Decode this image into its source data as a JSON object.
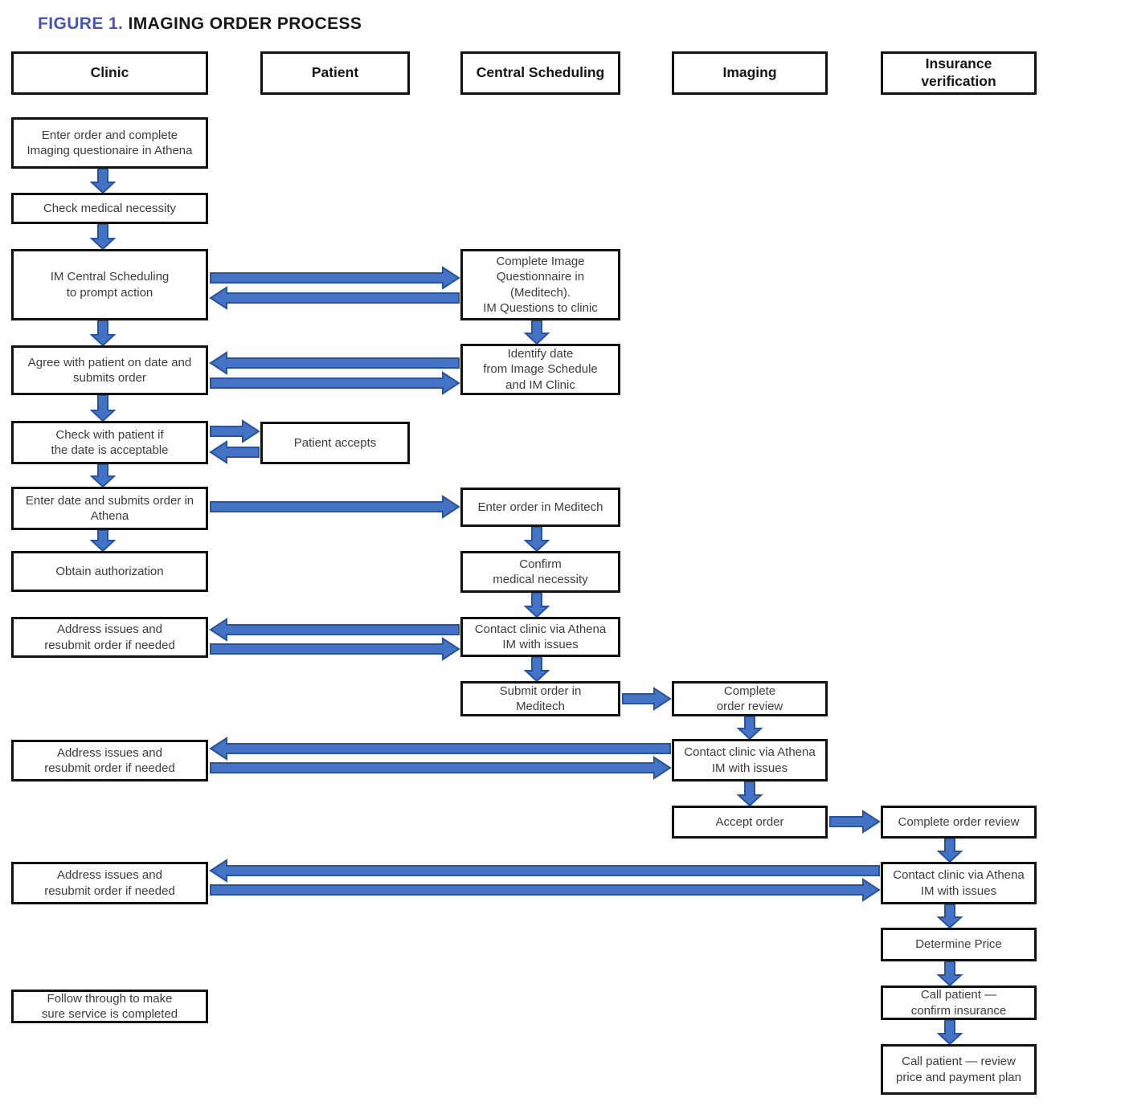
{
  "title": {
    "figure_label": "FIGURE 1.",
    "text": "IMAGING ORDER PROCESS"
  },
  "colors": {
    "arrow_fill": "#4472C4",
    "arrow_border": "#2A5398",
    "box_border": "#111111",
    "figure_label": "#4C55A9",
    "background": "#FFFFFF"
  },
  "lanes": {
    "clinic": {
      "header": "Clinic",
      "boxes": [
        "Enter order and complete\nImaging questionaire in Athena",
        "Check medical necessity",
        "IM Central Scheduling\nto prompt action",
        "Agree with patient on date and\nsubmits order",
        "Check with patient if\nthe date is acceptable",
        "Enter date and submits order in\nAthena",
        "Obtain authorization",
        "Address issues and\nresubmit order if needed",
        "Address issues and\nresubmit order if needed",
        "Address issues and\nresubmit order if needed",
        "Follow through to make\nsure service is completed"
      ]
    },
    "patient": {
      "header": "Patient",
      "boxes": [
        "Patient accepts"
      ]
    },
    "central_scheduling": {
      "header": "Central Scheduling",
      "boxes": [
        "Complete Image\nQuestionnaire in\n(Meditech).\nIM Questions to clinic",
        "Identify date\nfrom Image Schedule\nand IM Clinic",
        "Enter order in Meditech",
        "Confirm\nmedical necessity",
        "Contact clinic via Athena\nIM with issues",
        "Submit order in\nMeditech"
      ]
    },
    "imaging": {
      "header": "Imaging",
      "boxes": [
        "Complete\norder review",
        "Contact clinic via Athena\nIM with issues",
        "Accept order"
      ]
    },
    "insurance": {
      "header": "Insurance\nverification",
      "boxes": [
        "Complete order review",
        "Contact clinic via Athena\nIM with issues",
        "Determine Price",
        "Call patient —\nconfirm insurance",
        "Call patient — review\nprice and payment plan"
      ]
    }
  },
  "edges": [
    {
      "from": "enter-order-questionnaire",
      "to": "check-medical-necessity",
      "dir": "down"
    },
    {
      "from": "check-medical-necessity",
      "to": "im-central-scheduling",
      "dir": "down"
    },
    {
      "from": "im-central-scheduling",
      "to": "complete-image-questionnaire",
      "dir": "both"
    },
    {
      "from": "im-central-scheduling",
      "to": "agree-with-patient",
      "dir": "down"
    },
    {
      "from": "complete-image-questionnaire",
      "to": "identify-date",
      "dir": "down"
    },
    {
      "from": "identify-date",
      "to": "agree-with-patient",
      "dir": "both"
    },
    {
      "from": "agree-with-patient",
      "to": "check-with-patient",
      "dir": "down"
    },
    {
      "from": "check-with-patient",
      "to": "patient-accepts",
      "dir": "both"
    },
    {
      "from": "check-with-patient",
      "to": "enter-date-submit-order",
      "dir": "down"
    },
    {
      "from": "enter-date-submit-order",
      "to": "enter-order-meditech",
      "dir": "right"
    },
    {
      "from": "enter-date-submit-order",
      "to": "obtain-authorization",
      "dir": "down"
    },
    {
      "from": "enter-order-meditech",
      "to": "confirm-medical-necessity",
      "dir": "down"
    },
    {
      "from": "confirm-medical-necessity",
      "to": "contact-clinic-central-scheduling",
      "dir": "down"
    },
    {
      "from": "contact-clinic-central-scheduling",
      "to": "address-issues-1",
      "dir": "both"
    },
    {
      "from": "contact-clinic-central-scheduling",
      "to": "submit-order-meditech",
      "dir": "down"
    },
    {
      "from": "submit-order-meditech",
      "to": "complete-order-review-imaging",
      "dir": "right"
    },
    {
      "from": "complete-order-review-imaging",
      "to": "contact-clinic-imaging",
      "dir": "down"
    },
    {
      "from": "contact-clinic-imaging",
      "to": "address-issues-2",
      "dir": "both"
    },
    {
      "from": "contact-clinic-imaging",
      "to": "accept-order",
      "dir": "down"
    },
    {
      "from": "accept-order",
      "to": "complete-order-review-insurance",
      "dir": "right"
    },
    {
      "from": "complete-order-review-insurance",
      "to": "contact-clinic-insurance",
      "dir": "down"
    },
    {
      "from": "contact-clinic-insurance",
      "to": "address-issues-3",
      "dir": "both"
    },
    {
      "from": "contact-clinic-insurance",
      "to": "determine-price",
      "dir": "down"
    },
    {
      "from": "determine-price",
      "to": "call-patient-confirm-insurance",
      "dir": "down"
    },
    {
      "from": "call-patient-confirm-insurance",
      "to": "call-patient-review-price",
      "dir": "down"
    }
  ]
}
